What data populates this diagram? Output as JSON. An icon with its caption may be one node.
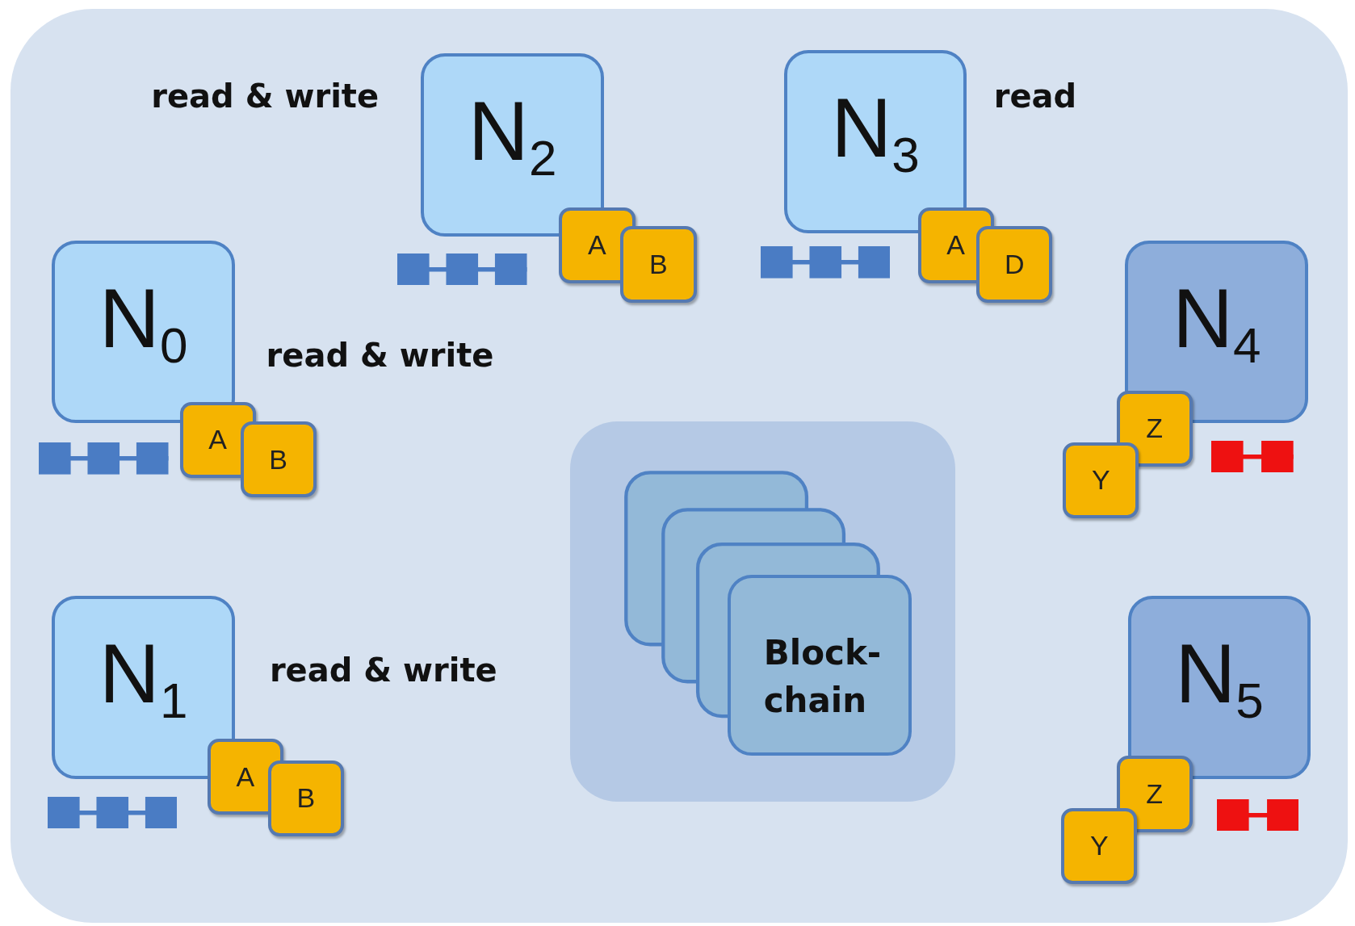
{
  "diagram": {
    "nodes": [
      {
        "text": [
          "N$_{2}$"
        ],
        "beside": [
          "read & write"
        ]
      },
      {
        "text": [
          "A"
        ]
      },
      {
        "text": [
          "B"
        ]
      },
      {
        "text": [
          "N$_{3}$"
        ],
        "beside": [
          "read"
        ]
      },
      {
        "text": [
          "A"
        ]
      },
      {
        "text": [
          "D"
        ]
      },
      {
        "text": [
          "N$_{0}$"
        ],
        "beside": [
          "read & write"
        ]
      },
      {
        "text": [
          "A"
        ]
      },
      {
        "text": [
          "B"
        ]
      },
      {
        "text": [
          "N$_{4}$"
        ]
      },
      {
        "text": [
          "Z"
        ]
      },
      {
        "text": [
          "Y"
        ]
      },
      {
        "text": [
          "Block- chain"
        ]
      },
      {
        "text": [
          "N$_{1}$"
        ],
        "beside": [
          "read & write"
        ]
      },
      {
        "text": [
          "A"
        ]
      },
      {
        "text": [
          "B"
        ]
      },
      {
        "text": [
          "N$_{5}$"
        ]
      },
      {
        "text": [
          "Z"
        ]
      },
      {
        "text": [
          "Y"
        ]
      }
    ],
    "edges": []
  }
}
